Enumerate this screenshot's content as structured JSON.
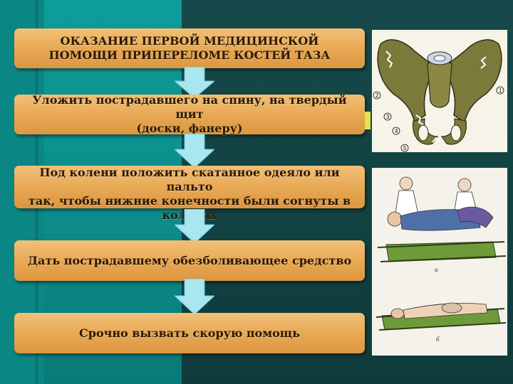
{
  "slide": {
    "title": [
      "ОКАЗАНИЕ ПЕРВОЙ МЕДИЦИНСКОЙ",
      "ПОМОЩИ ПРИПЕРЕЛОМЕ КОСТЕЙ ТАЗА"
    ],
    "steps": [
      {
        "lines": [
          "Уложить пострадавшего на спину, на твердый щит",
          "(доски, фанеру)"
        ]
      },
      {
        "lines": [
          "Под колени положить скатанное одеяло или пальто",
          "так, чтобы нижние конечности были согнуты в",
          "коленях"
        ]
      },
      {
        "lines": [
          "Дать пострадавшему обезболивающее средство"
        ]
      },
      {
        "lines": [
          "Срочно вызвать скорую помощь"
        ]
      }
    ]
  },
  "illustrations": {
    "pelvis": {
      "labels": [
        "1",
        "2",
        "3",
        "4",
        "5"
      ]
    },
    "care": {
      "labels": [
        "а",
        "б"
      ]
    }
  },
  "colors": {
    "box_fill": "#e7a753",
    "arrow_fill": "#a8e6f0",
    "teal_panel": "#0b8b89",
    "dark_panel": "#123f3f"
  }
}
